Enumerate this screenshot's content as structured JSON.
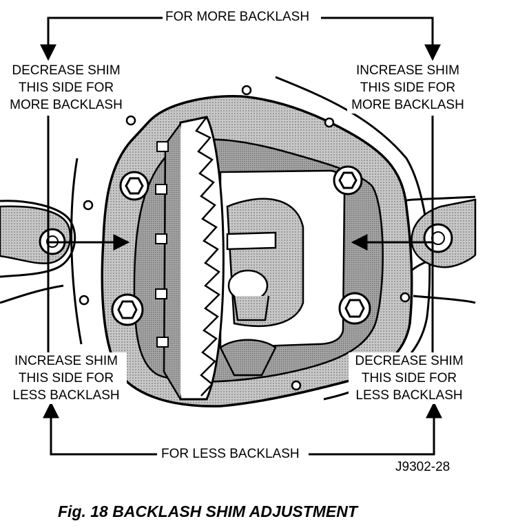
{
  "labels": {
    "top_arrow": "FOR MORE BACKLASH",
    "bottom_arrow": "FOR LESS BACKLASH",
    "top_left": [
      "DECREASE SHIM",
      "THIS SIDE FOR",
      "MORE BACKLASH"
    ],
    "top_right": [
      "INCREASE SHIM",
      "THIS SIDE FOR",
      "MORE BACKLASH"
    ],
    "bottom_left": [
      "INCREASE SHIM",
      "THIS SIDE FOR",
      "LESS BACKLASH"
    ],
    "bottom_right": [
      "DECREASE SHIM",
      "THIS SIDE FOR",
      "LESS BACKLASH"
    ]
  },
  "figure_code": "J9302-28",
  "caption": "Fig. 18 BACKLASH SHIM ADJUSTMENT",
  "colors": {
    "ink": "#000000",
    "paper": "#ffffff",
    "housing_shade": "#b9b9b9",
    "dark_shade": "#8f8f8f"
  }
}
